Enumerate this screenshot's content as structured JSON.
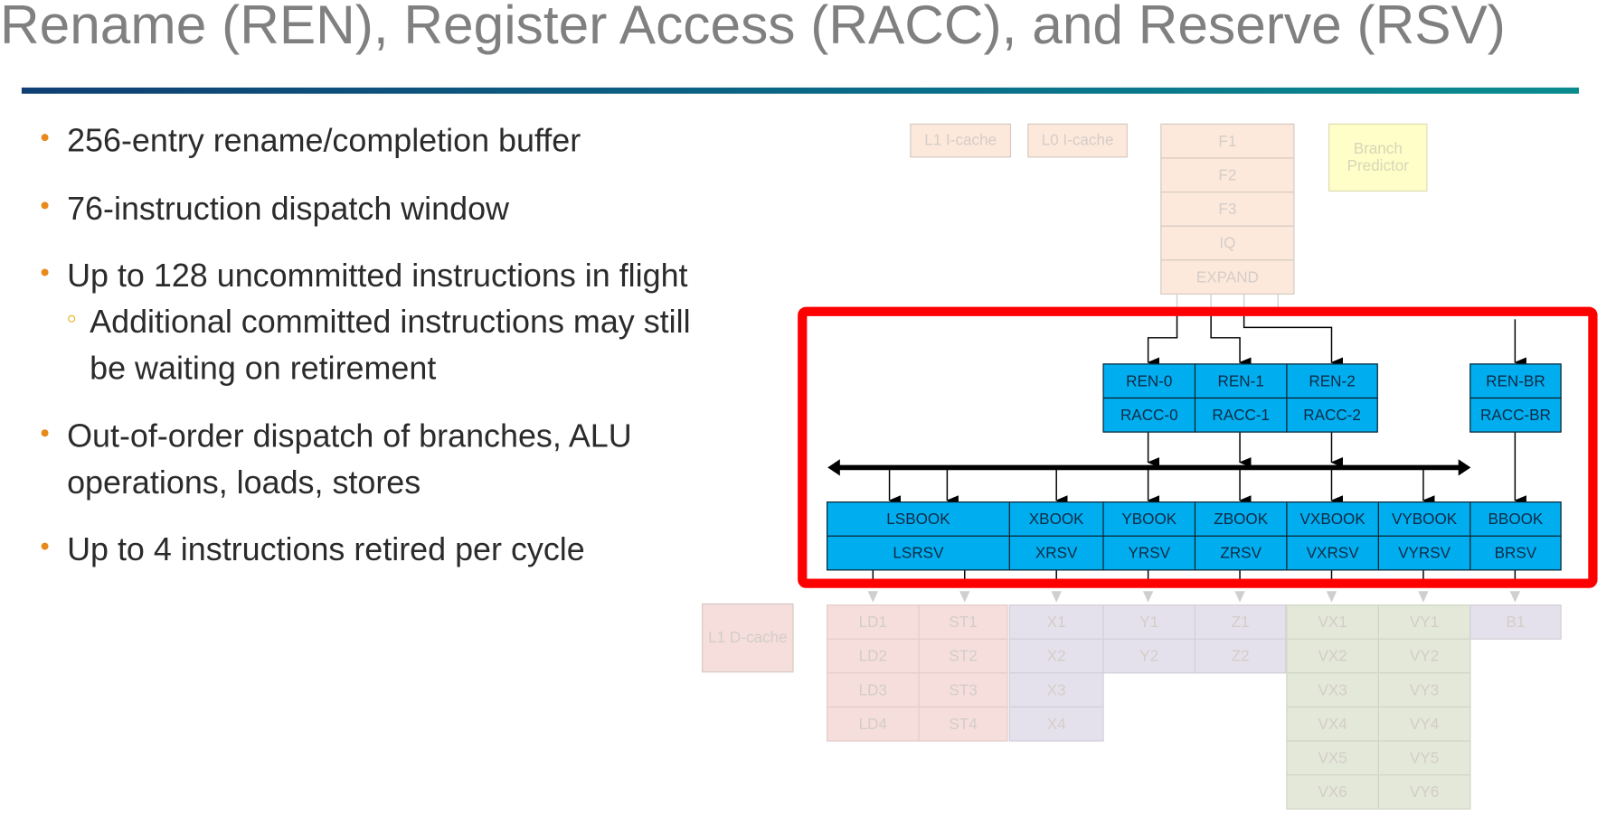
{
  "title": "Rename (REN), Register Access (RACC), and Reserve (RSV)",
  "colors": {
    "accent_bullet": "#e8891c",
    "title_gray": "#808080",
    "highlight_red": "#ff0000",
    "unit_blue": "#00aeef"
  },
  "bullets": [
    {
      "level": 1,
      "text": "256-entry rename/completion buffer"
    },
    {
      "level": 1,
      "text": "76-instruction dispatch window"
    },
    {
      "level": 1,
      "text": "Up to 128 uncommitted instructions in flight"
    },
    {
      "level": 2,
      "text": "Additional committed instructions may still"
    },
    {
      "level": 2,
      "text": "be waiting on retirement"
    },
    {
      "level": 1,
      "text": "Out-of-order dispatch of branches, ALU"
    },
    {
      "level": 1,
      "text": "operations, loads, stores"
    },
    {
      "level": 1,
      "text": "Up to 4 instructions retired per cycle"
    }
  ],
  "diagram": {
    "frontend": {
      "l1_icache": "L1 I-cache",
      "l0_icache": "L0 I-cache",
      "branch_predictor": [
        "Branch",
        "Predictor"
      ],
      "fetch_stages": [
        "F1",
        "F2",
        "F3",
        "IQ",
        "EXPAND"
      ]
    },
    "rename": {
      "ren": [
        "REN-0",
        "REN-1",
        "REN-2"
      ],
      "racc": [
        "RACC-0",
        "RACC-1",
        "RACC-2"
      ],
      "ren_br": "REN-BR",
      "racc_br": "RACC-BR"
    },
    "book": [
      "LSBOOK",
      "XBOOK",
      "YBOOK",
      "ZBOOK",
      "VXBOOK",
      "VYBOOK",
      "BBOOK"
    ],
    "rsv": [
      "LSRSV",
      "XRSV",
      "YRSV",
      "ZRSV",
      "VXRSV",
      "VYRSV",
      "BRSV"
    ],
    "backend": {
      "l1_dcache": "L1 D-cache",
      "ld": [
        "LD1",
        "LD2",
        "LD3",
        "LD4"
      ],
      "st": [
        "ST1",
        "ST2",
        "ST3",
        "ST4"
      ],
      "x": [
        "X1",
        "X2",
        "X3",
        "X4"
      ],
      "y": [
        "Y1",
        "Y2"
      ],
      "z": [
        "Z1",
        "Z2"
      ],
      "vx": [
        "VX1",
        "VX2",
        "VX3",
        "VX4",
        "VX5",
        "VX6"
      ],
      "vy": [
        "VY1",
        "VY2",
        "VY3",
        "VY4",
        "VY5",
        "VY6"
      ],
      "b": [
        "B1"
      ]
    }
  }
}
